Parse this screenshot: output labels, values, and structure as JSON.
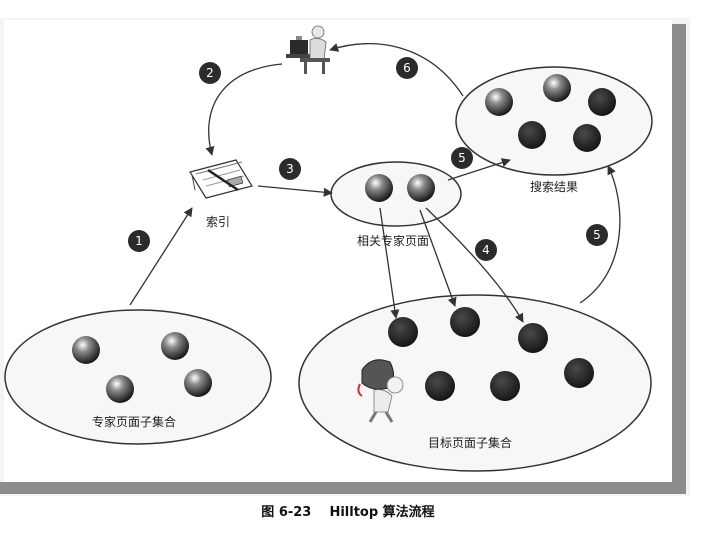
{
  "nodes": {
    "index": {
      "label": "索引",
      "icon": "index-book-icon"
    },
    "user": {
      "icon": "user-at-computer-icon"
    },
    "expert_set": {
      "label": "专家页面子集合"
    },
    "relevant_experts": {
      "label": "相关专家页面"
    },
    "target_set": {
      "label": "目标页面子集合"
    },
    "search_results": {
      "label": "搜索结果"
    },
    "mascot": {
      "icon": "mascot-carrying-icon"
    }
  },
  "steps": [
    {
      "id": "step-1",
      "label": "1"
    },
    {
      "id": "step-2",
      "label": "2"
    },
    {
      "id": "step-3",
      "label": "3"
    },
    {
      "id": "step-4",
      "label": "4"
    },
    {
      "id": "step-5a",
      "label": "5"
    },
    {
      "id": "step-5b",
      "label": "5"
    },
    {
      "id": "step-6",
      "label": "6"
    }
  ],
  "caption": {
    "text": "图 6-23    Hilltop 算法流程"
  },
  "colors": {
    "badge": "#2b2b2b",
    "node_dark": "#1e1e1e",
    "ellipse_stroke": "#333333",
    "page_bg": "#e3e3e3"
  }
}
